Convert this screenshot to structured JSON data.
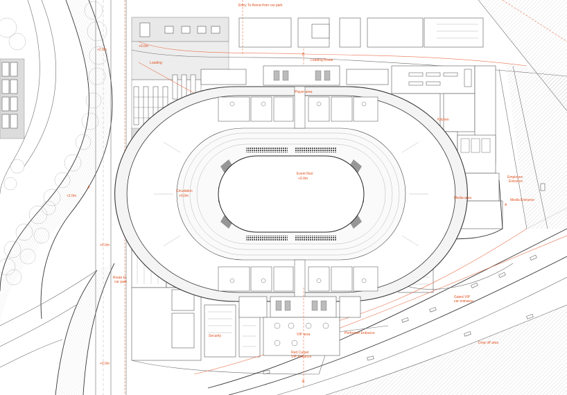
{
  "labels": {
    "entry_top": "Entry To Arena from car park",
    "level_top": "+0.0m",
    "loading": "Loading",
    "loading_route": "Loading Route",
    "marker_b_top": "B",
    "players_area": "Player area",
    "kitchen": "Kitchen",
    "event_floor": "Event floor",
    "event_floor_level": "+0.0m",
    "circulation": "Circulation",
    "circulation_level": "+0.0m",
    "employee_entrance_1": "Employee",
    "employee_entrance_2": "Entrance",
    "media_area": "Media area",
    "media_entrance": "Media Entrance",
    "level_left_top": "+2.0m",
    "level_left_mid": "+2.0m",
    "marker_a_left": "A",
    "level_road": "+0.0m",
    "route_car_park_1": "Route to",
    "route_car_park_2": "car park",
    "security": "Security",
    "vip_area": "VIP area",
    "performer_entrance": "Performer Entrance",
    "gated_vip_1": "Gated VIP",
    "gated_vip_2": "car entrance",
    "red_carpet_1": "Red Carpet",
    "red_carpet_2": "VIP Entrance",
    "drop_off": "Drop off area",
    "level_bottom_left": "+0.0m",
    "marker_b_bottom": "B",
    "marker_a_right": "A"
  },
  "colors": {
    "annotation": "#e0501e",
    "linework": "#555555",
    "hatch": "#dcdcdc"
  }
}
